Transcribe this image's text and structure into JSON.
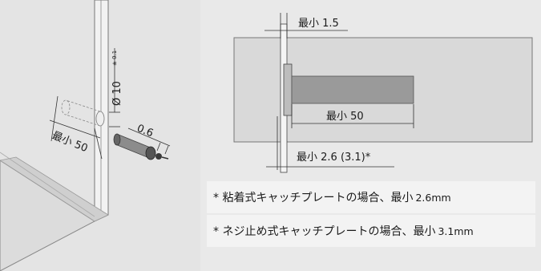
{
  "left_diagram": {
    "dim_diameter": "Ø 10",
    "dim_diameter_tol": "± 0.1",
    "dim_offset": "0.6",
    "dim_min_depth": "最小 50"
  },
  "right_diagram": {
    "dim_min_plate": "最小 1.5",
    "dim_min_body": "最小 50",
    "dim_min_bottom": "最小 2.6 (3.1)*"
  },
  "notes": [
    {
      "text": "* 粘着式キャッチプレートの場合、最小",
      "value": "2.6mm"
    },
    {
      "text": "* ネジ止め式キャッチプレートの場合、最小",
      "value": "3.1mm"
    }
  ],
  "colors": {
    "cabinet_line": "#6a6a6a",
    "panel_fill": "#d9d9d9",
    "body_fill": "#9a9a9a"
  }
}
